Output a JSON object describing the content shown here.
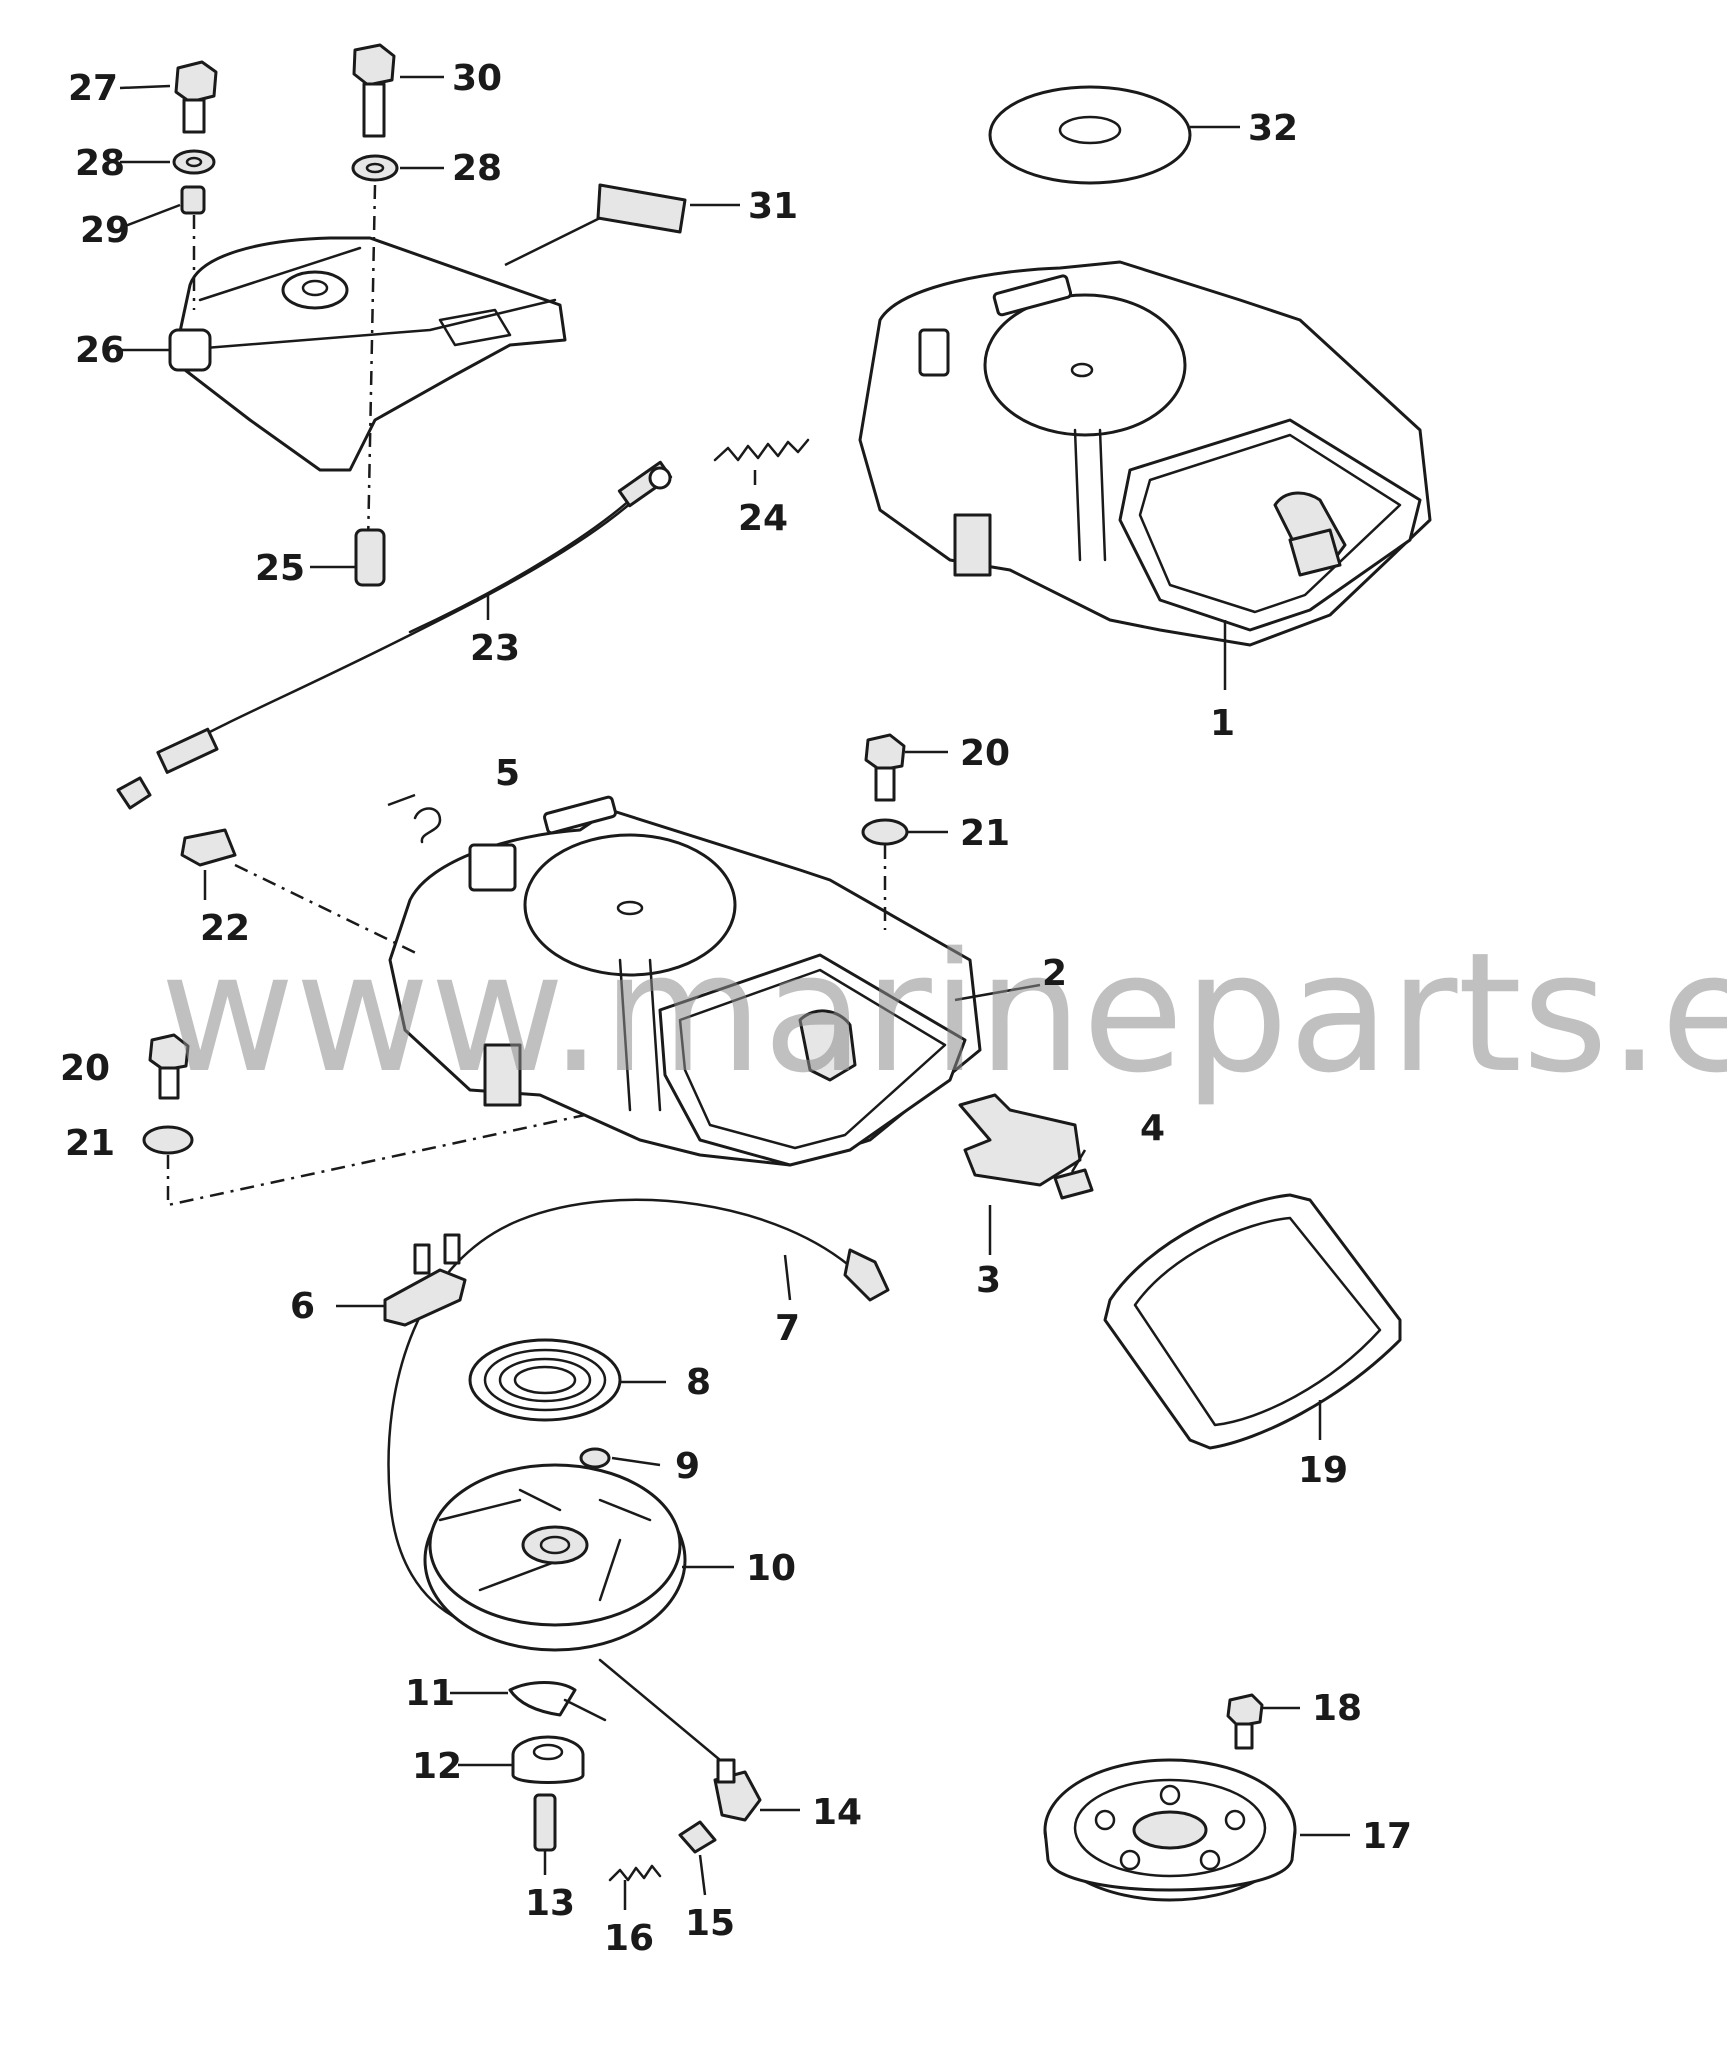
{
  "diagram": {
    "watermark": "www.marineparts.eu",
    "callouts": [
      "1",
      "2",
      "3",
      "4",
      "5",
      "6",
      "7",
      "8",
      "9",
      "10",
      "11",
      "12",
      "13",
      "14",
      "15",
      "16",
      "17",
      "18",
      "19",
      "20",
      "21",
      "22",
      "23",
      "24",
      "25",
      "26",
      "27",
      "28",
      "29",
      "30",
      "31",
      "32"
    ]
  }
}
